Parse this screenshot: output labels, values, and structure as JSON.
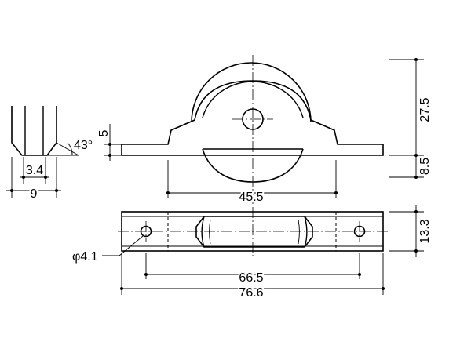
{
  "dimensions": {
    "groove_width": "3.4",
    "base_width": "9",
    "groove_angle": "43°",
    "flange_height": "5",
    "wheel_height": "27.5",
    "base_height": "8.5",
    "mount_width": "45.5",
    "plate_height": "13.3",
    "hole_diameter": "φ4.1",
    "hole_spacing": "66.5",
    "overall_length": "76.6"
  }
}
